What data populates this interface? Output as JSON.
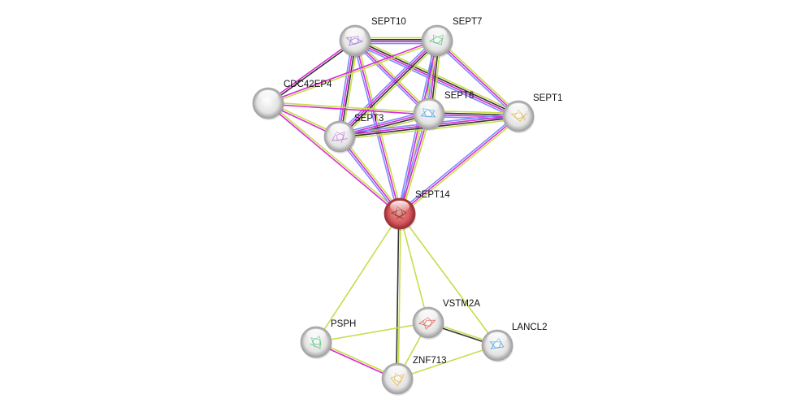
{
  "network": {
    "query_node": "SEPT14",
    "colors": {
      "textmining": "#c7dc4a",
      "coexpression": "#333333",
      "experimental": "#d62bd6",
      "database": "#7f8bff",
      "homology": "#1c9fd6",
      "query_fill": "#d44f55",
      "node_fill": "#e8e8e8"
    },
    "nodes": [
      {
        "id": "SEPT10",
        "label": "SEPT10",
        "query": false,
        "structure": true
      },
      {
        "id": "SEPT7",
        "label": "SEPT7",
        "query": false,
        "structure": true
      },
      {
        "id": "CDC42EP4",
        "label": "CDC42EP4",
        "query": false,
        "structure": false
      },
      {
        "id": "SEPT6",
        "label": "SEPT6",
        "query": false,
        "structure": true
      },
      {
        "id": "SEPT1",
        "label": "SEPT1",
        "query": false,
        "structure": true
      },
      {
        "id": "SEPT3",
        "label": "SEPT3",
        "query": false,
        "structure": true
      },
      {
        "id": "SEPT14",
        "label": "SEPT14",
        "query": true,
        "structure": true
      },
      {
        "id": "PSPH",
        "label": "PSPH",
        "query": false,
        "structure": true
      },
      {
        "id": "VSTM2A",
        "label": "VSTM2A",
        "query": false,
        "structure": true
      },
      {
        "id": "LANCL2",
        "label": "LANCL2",
        "query": false,
        "structure": true
      },
      {
        "id": "ZNF713",
        "label": "ZNF713",
        "query": false,
        "structure": true
      }
    ],
    "edges": [
      {
        "a": "SEPT10",
        "b": "SEPT7",
        "types": [
          "coexpression",
          "experimental",
          "database",
          "textmining"
        ]
      },
      {
        "a": "SEPT10",
        "b": "CDC42EP4",
        "types": [
          "coexpression",
          "experimental"
        ]
      },
      {
        "a": "SEPT10",
        "b": "SEPT6",
        "types": [
          "experimental",
          "database",
          "textmining"
        ]
      },
      {
        "a": "SEPT10",
        "b": "SEPT1",
        "types": [
          "coexpression",
          "experimental",
          "database",
          "textmining"
        ]
      },
      {
        "a": "SEPT10",
        "b": "SEPT3",
        "types": [
          "coexpression",
          "experimental",
          "database",
          "textmining"
        ]
      },
      {
        "a": "SEPT10",
        "b": "SEPT14",
        "types": [
          "experimental",
          "database",
          "textmining"
        ]
      },
      {
        "a": "SEPT7",
        "b": "CDC42EP4",
        "types": [
          "experimental",
          "textmining"
        ]
      },
      {
        "a": "SEPT7",
        "b": "SEPT6",
        "types": [
          "coexpression",
          "homology",
          "experimental",
          "database",
          "textmining"
        ]
      },
      {
        "a": "SEPT7",
        "b": "SEPT1",
        "types": [
          "experimental",
          "database",
          "textmining"
        ]
      },
      {
        "a": "SEPT7",
        "b": "SEPT3",
        "types": [
          "coexpression",
          "experimental",
          "database",
          "textmining"
        ]
      },
      {
        "a": "SEPT7",
        "b": "SEPT14",
        "types": [
          "experimental",
          "database",
          "textmining"
        ]
      },
      {
        "a": "CDC42EP4",
        "b": "SEPT6",
        "types": [
          "experimental",
          "textmining"
        ]
      },
      {
        "a": "CDC42EP4",
        "b": "SEPT3",
        "types": [
          "experimental",
          "textmining"
        ]
      },
      {
        "a": "CDC42EP4",
        "b": "SEPT14",
        "types": [
          "experimental",
          "textmining"
        ]
      },
      {
        "a": "SEPT6",
        "b": "SEPT1",
        "types": [
          "coexpression",
          "experimental",
          "database",
          "textmining"
        ]
      },
      {
        "a": "SEPT6",
        "b": "SEPT3",
        "types": [
          "coexpression",
          "experimental",
          "database",
          "textmining"
        ]
      },
      {
        "a": "SEPT6",
        "b": "SEPT14",
        "types": [
          "experimental",
          "database",
          "textmining"
        ]
      },
      {
        "a": "SEPT1",
        "b": "SEPT3",
        "types": [
          "coexpression",
          "experimental",
          "database",
          "textmining"
        ]
      },
      {
        "a": "SEPT1",
        "b": "SEPT14",
        "types": [
          "experimental",
          "database",
          "textmining"
        ]
      },
      {
        "a": "SEPT3",
        "b": "SEPT14",
        "types": [
          "experimental",
          "database",
          "textmining"
        ]
      },
      {
        "a": "SEPT14",
        "b": "PSPH",
        "types": [
          "textmining"
        ]
      },
      {
        "a": "SEPT14",
        "b": "ZNF713",
        "types": [
          "coexpression",
          "textmining"
        ]
      },
      {
        "a": "SEPT14",
        "b": "VSTM2A",
        "types": [
          "textmining"
        ]
      },
      {
        "a": "SEPT14",
        "b": "LANCL2",
        "types": [
          "textmining"
        ]
      },
      {
        "a": "PSPH",
        "b": "VSTM2A",
        "types": [
          "textmining"
        ]
      },
      {
        "a": "PSPH",
        "b": "ZNF713",
        "types": [
          "experimental",
          "textmining"
        ]
      },
      {
        "a": "VSTM2A",
        "b": "LANCL2",
        "types": [
          "coexpression",
          "textmining"
        ]
      },
      {
        "a": "VSTM2A",
        "b": "ZNF713",
        "types": [
          "textmining"
        ]
      },
      {
        "a": "LANCL2",
        "b": "ZNF713",
        "types": [
          "textmining"
        ]
      }
    ]
  }
}
